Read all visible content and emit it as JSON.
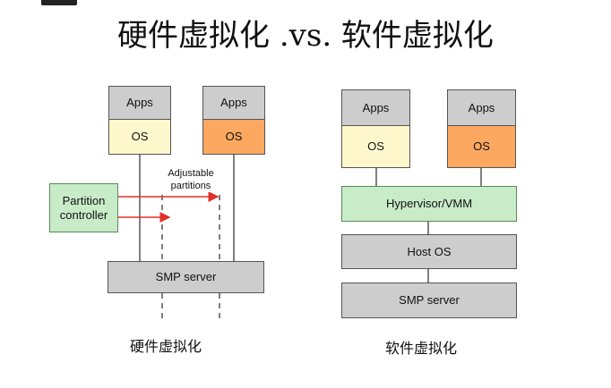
{
  "title": "硬件虚拟化 .vs. 软件虚拟化",
  "left_diagram": {
    "apps_1": "Apps",
    "os_1": "OS",
    "apps_2": "Apps",
    "os_2": "OS",
    "adjustable_partitions": "Adjustable partitions",
    "partition_controller": "Partition controller",
    "smp_server": "SMP server",
    "caption": "硬件虚拟化"
  },
  "right_diagram": {
    "apps_1": "Apps",
    "os_1": "OS",
    "apps_2": "Apps",
    "os_2": "OS",
    "hypervisor": "Hypervisor/VMM",
    "host_os": "Host OS",
    "smp_server": "SMP server",
    "caption": "软件虚拟化"
  },
  "colors": {
    "apps": "#cdcdcd",
    "os_left": "#fff8cc",
    "os_right": "#fca860",
    "controller": "#c8ebc8",
    "arrow": "#e0302a"
  }
}
